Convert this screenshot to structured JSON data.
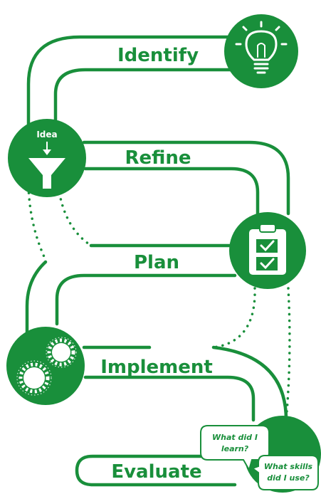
{
  "colors": {
    "primary": "#198f3b",
    "background": "#ffffff"
  },
  "stages": [
    {
      "label": "Identify",
      "icon": "lightbulb-icon"
    },
    {
      "label": "Refine",
      "icon": "funnel-icon",
      "icon_text": "Idea"
    },
    {
      "label": "Plan",
      "icon": "clipboard-checklist-icon"
    },
    {
      "label": "Implement",
      "icon": "gears-icon"
    },
    {
      "label": "Evaluate",
      "icon": "speech-bubbles-icon"
    }
  ],
  "bubbles": {
    "first": [
      "What did I",
      "learn?"
    ],
    "second": [
      "What skills",
      "did I use?"
    ]
  }
}
